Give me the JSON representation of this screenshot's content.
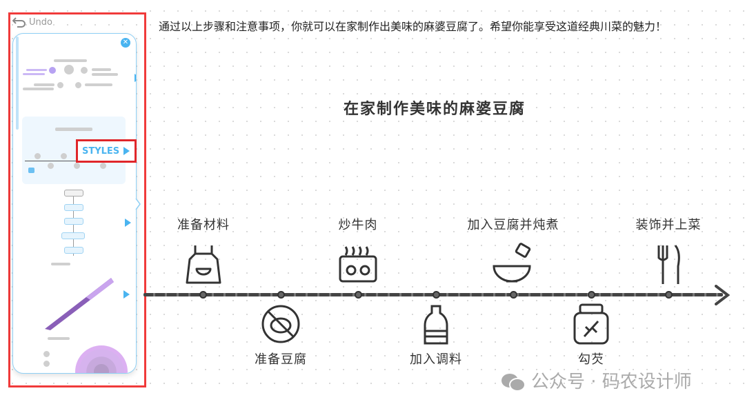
{
  "sidebar": {
    "undo_label": "Undo",
    "styles_label": "STYLES"
  },
  "intro_text": "通过以上步骤和注意事项，你就可以在家制作出美味的麻婆豆腐了。希望你能享受这道经典川菜的魅力！",
  "diagram": {
    "title": "在家制作美味的麻婆豆腐",
    "steps_top": [
      {
        "label": "准备材料",
        "icon": "apron-icon"
      },
      {
        "label": "炒牛肉",
        "icon": "stove-icon"
      },
      {
        "label": "加入豆腐并炖煮",
        "icon": "bowl-icon"
      },
      {
        "label": "装饰并上菜",
        "icon": "fork-knife-icon"
      }
    ],
    "steps_bottom": [
      {
        "label": "准备豆腐",
        "icon": "no-food-icon"
      },
      {
        "label": "加入调料",
        "icon": "seasoning-bottle-icon"
      },
      {
        "label": "勾芡",
        "icon": "jar-icon"
      }
    ]
  },
  "watermark": "公众号 · 码农设计师"
}
